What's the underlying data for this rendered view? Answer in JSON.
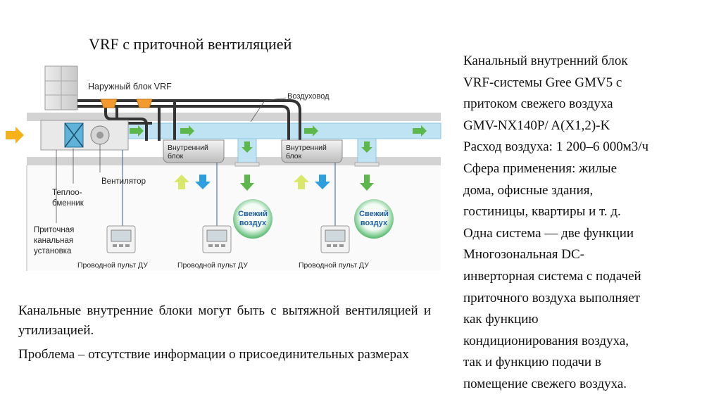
{
  "title": "VRF с приточной вентиляцией",
  "diagram": {
    "outdoor_unit_label": "Наружный блок VRF",
    "duct_label": "Воздуховод",
    "indoor_unit_label_1": "Внутренний",
    "indoor_unit_label_2": "блок",
    "fan_label": "Вентилятор",
    "heat_exchanger_label_1": "Теплоо-",
    "heat_exchanger_label_2": "бменник",
    "supply_unit_label_1": "Приточная",
    "supply_unit_label_2": "канальная",
    "supply_unit_label_3": "установка",
    "fresh_air_label_1": "Свежий",
    "fresh_air_label_2": "воздух",
    "remote_label": "Проводной пульт ДУ",
    "colors": {
      "duct": "#bfe3f3",
      "ceiling": "#d0d0d0",
      "refrigerant_pipe": "#333333",
      "connector": "#f29a2e",
      "arrow_green": "#5cb84a",
      "arrow_blue": "#2b9fe0",
      "arrow_yellow": "#d9e86a",
      "arrow_orange": "#f5b21a",
      "fresh_air_bubble": "#52b86a"
    }
  },
  "right_text": [
    "Канальный внутренний блок",
    "VRF-системы Gree GMV5 с",
    "притоком свежего воздуха",
    "GMV-NX140P/ A(X1,2)-K",
    "Расход воздуха: 1 200–6 000м3/ч",
    "Сфера применения: жилые",
    "дома, офисные здания,",
    "гостиницы, квартиры и т. д.",
    "Одна система — две функции",
    "Многозональная DC-",
    "инверторная система с подачей",
    "приточного воздуха выполняет",
    "как функцию",
    "кондиционирования воздуха,",
    "так и функцию подачи в",
    "помещение свежего воздуха."
  ],
  "bottom_text": {
    "paragraph1": "Канальные внутренние блоки могут быть с вытяжной вентиляцией и утилизацией.",
    "paragraph2": "Проблема – отсутствие информации о присоединительных размерах"
  }
}
